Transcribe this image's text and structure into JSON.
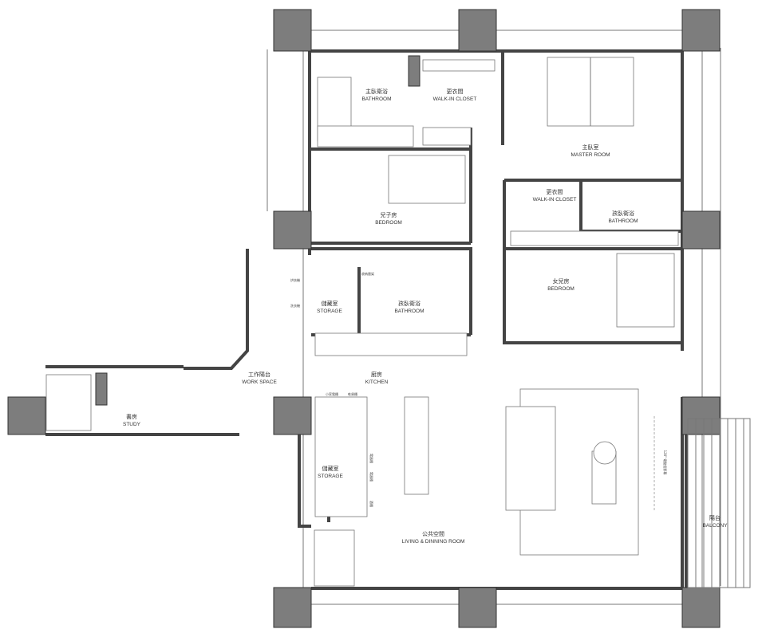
{
  "rooms": {
    "master_bath": {
      "zh": "主臥衛浴",
      "en": "BATHROOM"
    },
    "master_closet": {
      "zh": "更衣間",
      "en": "WALK-IN CLOSET"
    },
    "master_room": {
      "zh": "主臥室",
      "en": "MASTER ROOM"
    },
    "closet2": {
      "zh": "更衣間",
      "en": "WALK-IN CLOSET"
    },
    "kids_bath1": {
      "zh": "孩臥衛浴",
      "en": "BATHROOM"
    },
    "son_room": {
      "zh": "兒子房",
      "en": "BEDROOM"
    },
    "daughter_room": {
      "zh": "女兒房",
      "en": "BEDROOM"
    },
    "storage1": {
      "zh": "儲藏室",
      "en": "STORAGE"
    },
    "kids_bath2": {
      "zh": "孩臥衛浴",
      "en": "BATHROOM"
    },
    "work_space": {
      "zh": "工作陽台",
      "en": "WORK SPACE"
    },
    "kitchen": {
      "zh": "廚房",
      "en": "KITCHEN"
    },
    "study": {
      "zh": "書房",
      "en": "STUDY"
    },
    "storage2": {
      "zh": "儲藏室",
      "en": "STORAGE"
    },
    "living": {
      "zh": "公共空間",
      "en": "LIVING & DINNING ROOM"
    },
    "balcony": {
      "zh": "陽台",
      "en": "BALCONY"
    }
  },
  "annotations": {
    "screen": "120\" 電動投影幕",
    "shelf": "收納層架",
    "dryer": "烘衣機",
    "washer": "洗衣機",
    "small_appliance": "小家電櫃",
    "pantry": "乾貨櫃",
    "appliance1": "電器櫃",
    "appliance2": "電器櫃",
    "wine": "酒櫃"
  }
}
